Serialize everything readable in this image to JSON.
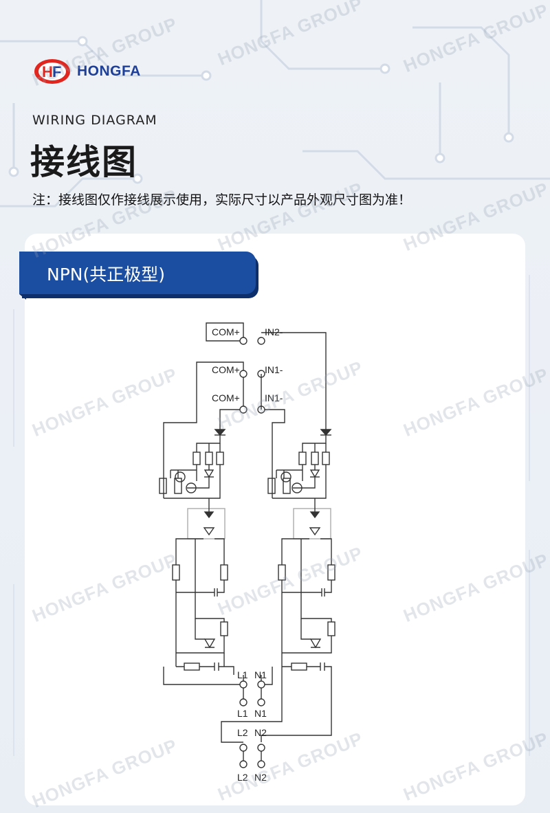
{
  "logo": {
    "text": "HONGFA"
  },
  "header": {
    "title_en": "WIRING DIAGRAM",
    "title_zh": "接线图",
    "note": "注：接线图仅作接线展示使用，实际尺寸以产品外观尺寸图为准！"
  },
  "tab": {
    "label": "NPN(共正极型)"
  },
  "terminals": {
    "com_plus_top": "COM+",
    "in2_minus": "IN2-",
    "com_plus_mid": "COM+",
    "in1_minus_mid": "IN1-",
    "com_plus_low": "COM+",
    "in1_minus_low": "IN1-",
    "l1_top": "L1",
    "n1_top": "N1",
    "l1_bottom": "L1",
    "n1_bottom": "N1",
    "l2_top": "L2",
    "n2_top": "N2",
    "l2_bottom": "L2",
    "n2_bottom": "N2"
  },
  "watermark": "HONGFA GROUP",
  "colors": {
    "brand_blue": "#1b4da0",
    "logo_red": "#e0261f",
    "logo_blue": "#1d3f97"
  }
}
